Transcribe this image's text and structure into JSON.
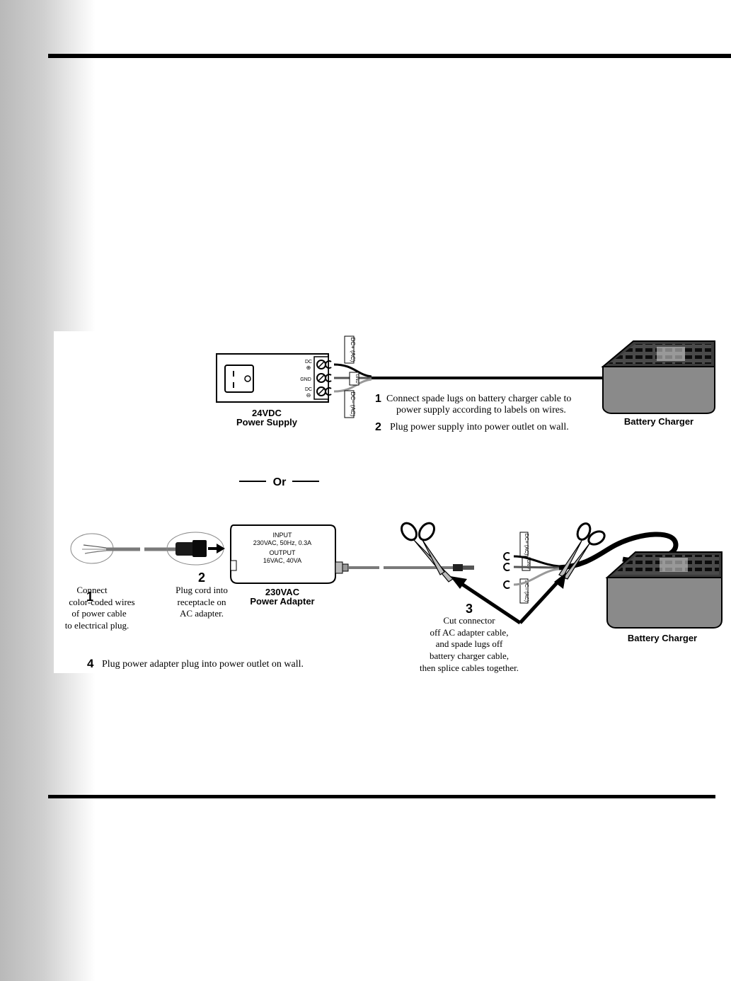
{
  "colors": {
    "ink": "#000000",
    "charger_body": "#7a7a7a",
    "charger_top": "#3a3a3a",
    "page_edge": "#c4c4c4"
  },
  "top_figure": {
    "power_supply_label_1": "24VDC",
    "power_supply_label_2": "Power Supply",
    "terminal_dc_plus_1": "DC",
    "terminal_dc_plus_2": "⊕",
    "terminal_gnd": "GND",
    "terminal_dc_minus_1": "DC",
    "terminal_dc_minus_2": "⊖",
    "wire_label_top": "DC+ (AC)",
    "wire_label_mid": "GND",
    "wire_label_bottom": "DC– (AC)",
    "step1_num": "1",
    "step1_line1": "Connect spade lugs on battery charger cable to",
    "step1_line2": "power supply according to labels on wires.",
    "step2_num": "2",
    "step2_text": "Plug power supply into power outlet on wall.",
    "charger_label": "Battery Charger"
  },
  "separator": "Or",
  "bottom_figure": {
    "step1_num": "1",
    "step1_lines": [
      "Connect",
      "color-coded wires",
      "of power cable",
      "to electrical plug."
    ],
    "step2_num": "2",
    "step2_lines": [
      "Plug cord into",
      "receptacle on",
      "AC adapter."
    ],
    "adapter_input_title": "INPUT",
    "adapter_input_value": "230VAC, 50Hz, 0.3A",
    "adapter_output_title": "OUTPUT",
    "adapter_output_value": "16VAC, 40VA",
    "adapter_label_1": "230VAC",
    "adapter_label_2": "Power Adapter",
    "wire_label_top": "DC+ (AC)",
    "wire_label_mid": "GND",
    "wire_label_bottom": "DC– (AC)",
    "step3_num": "3",
    "step3_lines": [
      "Cut connector",
      "off AC adapter cable,",
      "and spade lugs off",
      "battery charger cable,",
      "then splice cables together."
    ],
    "step4_num": "4",
    "step4_text": "Plug power adapter plug into power outlet on wall.",
    "charger_label": "Battery Charger"
  }
}
